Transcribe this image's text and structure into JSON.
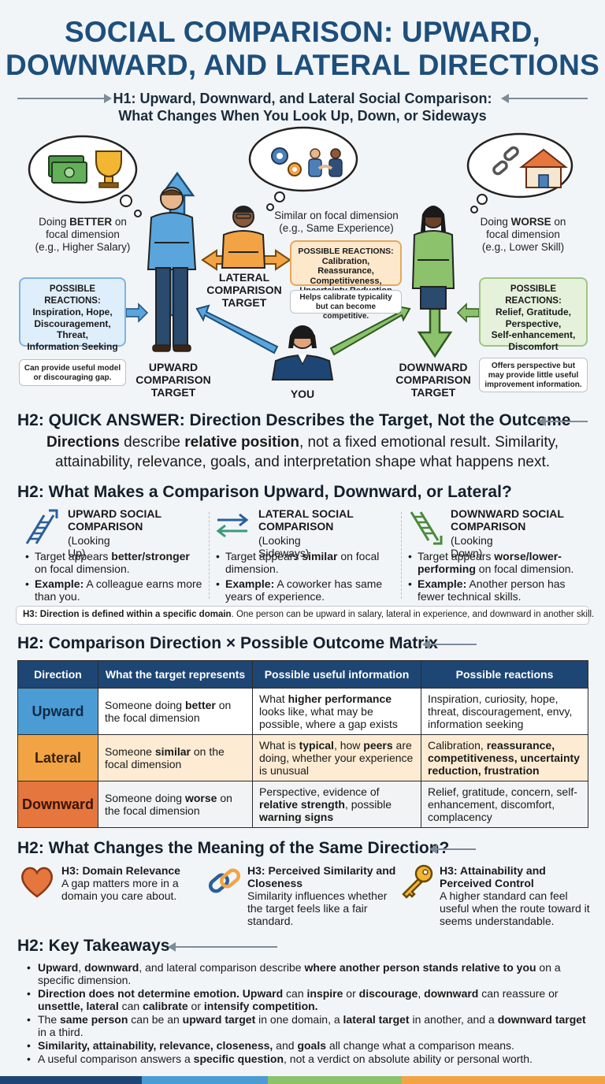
{
  "title": {
    "line1": "SOCIAL COMPARISON: UPWARD,",
    "line2": "DOWNWARD, AND LATERAL DIRECTIONS"
  },
  "subtitle": {
    "line1": "H1: Upward, Downward, and Lateral Social Comparison:",
    "line2": "What Changes When You Look Up, Down, or Sideways"
  },
  "hero": {
    "upward": {
      "desc_prefix": "Doing ",
      "desc_bold": "BETTER",
      "desc_suffix": " on",
      "desc_line2": "focal dimension",
      "desc_line3": "(e.g., Higher Salary)",
      "reactions_title": "POSSIBLE REACTIONS:",
      "reactions_1": "Inspiration, Hope,",
      "reactions_2": "Discouragement,",
      "reactions_3": "Threat,",
      "reactions_4": "Information Seeking",
      "note_1": "Can provide useful model",
      "note_2": "or discouraging gap.",
      "label_1": "UPWARD",
      "label_2": "COMPARISON",
      "label_3": "TARGET"
    },
    "lateral": {
      "desc_line1": "Similar on focal dimension",
      "desc_line2": "(e.g., Same Experience)",
      "reactions_title": "POSSIBLE REACTIONS:",
      "reactions_1": "Calibration, Reassurance,",
      "reactions_2": "Competitiveness,",
      "reactions_3": "Uncertainty Reduction",
      "note_1": "Helps calibrate typicality",
      "note_2": "but can become competitive.",
      "label_1": "LATERAL",
      "label_2": "COMPARISON",
      "label_3": "TARGET"
    },
    "downward": {
      "desc_prefix": "Doing ",
      "desc_bold": "WORSE",
      "desc_suffix": " on",
      "desc_line2": "focal dimension",
      "desc_line3": "(e.g., Lower Skill)",
      "reactions_title": "POSSIBLE REACTIONS:",
      "reactions_1": "Relief, Gratitude,",
      "reactions_2": "Perspective,",
      "reactions_3": "Self-enhancement,",
      "reactions_4": "Discomfort",
      "note_1": "Offers perspective but",
      "note_2": "may provide little useful",
      "note_3": "improvement information.",
      "label_1": "DOWNWARD",
      "label_2": "COMPARISON",
      "label_3": "TARGET"
    },
    "you_label": "YOU"
  },
  "quick_answer": {
    "heading": "H2: QUICK ANSWER: Direction Describes the Target, Not the Outcome",
    "t1": "Directions",
    "t2": " describe ",
    "t3": "relative position",
    "t4": ", not a fixed emotional result. Similarity, attainability, relevance, goals, and interpretation shape what happens next."
  },
  "what_makes": {
    "heading": "H2: What Makes a Comparison Upward, Downward, or Lateral?",
    "upward": {
      "head1": "UPWARD SOCIAL",
      "head2": "COMPARISON",
      "sub": "(Looking Up)",
      "b1a": "Target appears ",
      "b1b": "better/stronger",
      "b1c": " on focal dimension.",
      "b2a": "Example:",
      "b2b": " A colleague earns more than you."
    },
    "lateral": {
      "head1": "LATERAL SOCIAL",
      "head2": "COMPARISON",
      "sub": "(Looking Sideways)",
      "b1a": "Target appears ",
      "b1b": "similar",
      "b1c": " on focal dimension.",
      "b2a": "Example:",
      "b2b": " A coworker has same years of experience."
    },
    "downward": {
      "head1": "DOWNWARD SOCIAL",
      "head2": "COMPARISON",
      "sub": "(Looking Down)",
      "b1a": "Target appears ",
      "b1b": "worse/lower-performing",
      "b1c": " on focal dimension.",
      "b2a": "Example:",
      "b2b": " Another person has fewer technical skills."
    },
    "h3_a": "H3: Direction is defined within a ",
    "h3_b": "specific domain",
    "h3_c": ". One person can be upward in salary, lateral in experience, and downward in another skill."
  },
  "matrix": {
    "heading": "H2: Comparison Direction × Possible Outcome Matrix",
    "headers": [
      "Direction",
      "What the target represents",
      "Possible useful information",
      "Possible reactions"
    ],
    "rows": [
      {
        "direction": "Upward",
        "rep_a": "Someone doing ",
        "rep_b": "better",
        "rep_c": " on the focal dimension",
        "info_a": "What ",
        "info_b": "higher performance",
        "info_c": " looks like, what may be possible, where a gap exists",
        "react_a": "Inspiration, curiosity, hope, threat, discouragement, envy, information seeking",
        "react_b": ""
      },
      {
        "direction": "Lateral",
        "rep_a": "Someone ",
        "rep_b": "similar",
        "rep_c": " on the focal dimension",
        "info_a": "What is ",
        "info_b": "typical",
        "info_c": ", how ",
        "info_d": "peers",
        "info_e": " are doing, whether your experience is unusual",
        "react_a": "Calibration, ",
        "react_b": "reassurance, competitiveness, uncertainty reduction, frustration"
      },
      {
        "direction": "Downward",
        "rep_a": "Someone doing ",
        "rep_b": "worse",
        "rep_c": " on the focal dimension",
        "info_a": "Perspective, evidence of ",
        "info_b": "relative strength",
        "info_c": ", possible ",
        "info_d": "warning signs",
        "info_e": "",
        "react_a": "Relief, gratitude, concern, self-enhancement, discomfort, complacency",
        "react_b": ""
      }
    ]
  },
  "meaning": {
    "heading": "H2: What Changes the Meaning of the Same Direction?",
    "items": [
      {
        "title": "H3: Domain Relevance",
        "body": "A gap matters more in a domain you care about."
      },
      {
        "title": "H3: Perceived Similarity and Closeness",
        "body": "Similarity influences whether the target feels like a fair standard."
      },
      {
        "title": "H3: Attainability and Perceived Control",
        "body": "A higher standard can feel useful when the route toward it seems understandable."
      }
    ]
  },
  "takeaways": {
    "heading": "H2: Key Takeaways",
    "t1": {
      "a": "Upward",
      "b": ", ",
      "c": "downward",
      "d": ", and lateral comparison describe ",
      "e": "where another person stands relative to you",
      "f": " on a specific dimension."
    },
    "t2": {
      "a": "Direction does not determine emotion. Upward",
      "b": " can ",
      "c": "inspire",
      "d": " or ",
      "e": "discourage",
      "f": ", ",
      "g": "downward",
      "h": " can reassure or ",
      "i": "unsettle, lateral",
      "j": " can ",
      "k": "calibrate",
      "l": " or ",
      "m": "intensify competition."
    },
    "t3": {
      "a": "The ",
      "b": "same person",
      "c": " can be an ",
      "d": "upward target",
      "e": " in one domain, a ",
      "f": "lateral target",
      "g": " in another, and a ",
      "h": "downward target",
      "i": " in a third."
    },
    "t4": {
      "a": "Similarity, attainability, relevance, closeness,",
      "b": " and ",
      "c": "goals",
      "d": " all change what a comparison means."
    },
    "t5": {
      "a": "A useful comparison answers a ",
      "b": "specific question",
      "c": ", not a verdict on absolute ability or personal worth."
    }
  },
  "colors": {
    "accent": "#1d4f7c",
    "upward": "#4b9bd5",
    "lateral": "#f2a444",
    "downward": "#e4763e",
    "green": "#7ab661"
  }
}
